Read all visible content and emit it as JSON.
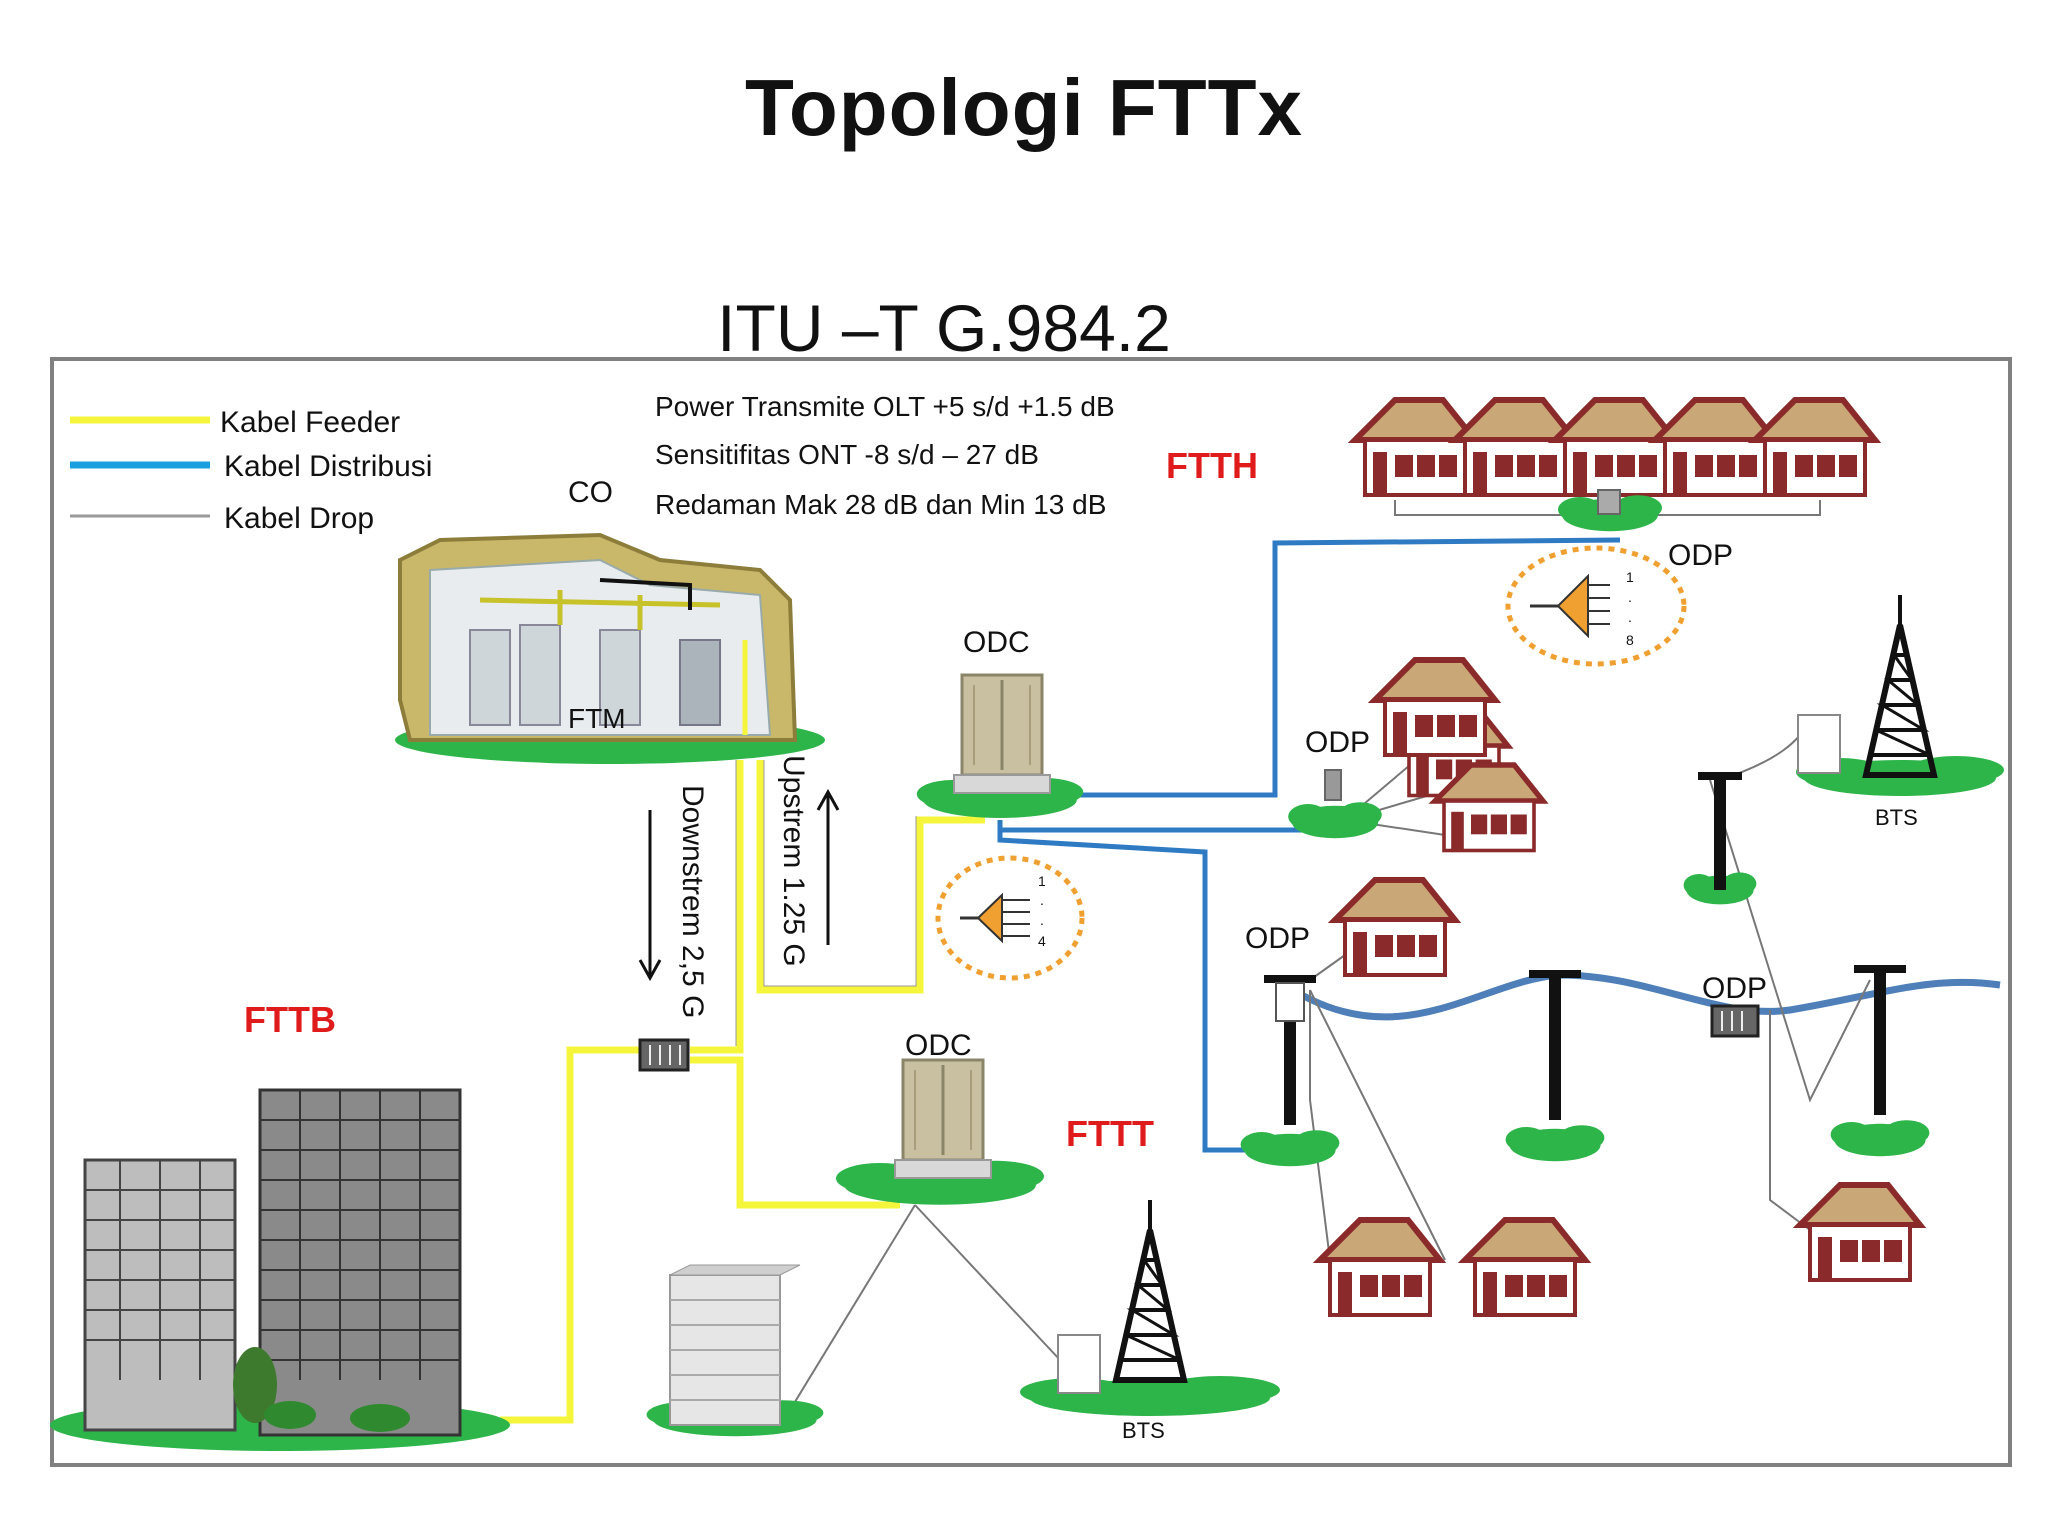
{
  "title": "Topologi  FTTx",
  "subtitle": "ITU –T G.984.2",
  "legend": [
    {
      "label": "Kabel Feeder",
      "color": "#f5f53c"
    },
    {
      "label": "Kabel  Distribusi",
      "color": "#1aa0e0"
    },
    {
      "label": "Kabel Drop",
      "color": "#9a9a9a"
    }
  ],
  "specs": [
    "Power Transmite OLT +5 s/d +1.5 dB",
    "Sensitifitas ONT -8 s/d – 27 dB",
    "Redaman Mak 28 dB dan Min 13 dB"
  ],
  "labels": {
    "co": "CO",
    "ftm": "FTM",
    "odc_top": "ODC",
    "odc_bottom": "ODC",
    "odp_ftth": "ODP",
    "odp_mid": "ODP",
    "odp_pole_left": "ODP",
    "odp_pole_right": "ODP",
    "ftth": "FTTH",
    "fttb": "FTTB",
    "fttt": "FTTT",
    "bts_bottom": "BTS",
    "bts_right": "BTS",
    "downstream": "Downstrem 2,5 G",
    "upstream": "Upstrem 1.25 G",
    "splitter_small": [
      "1",
      ".",
      ".",
      "4"
    ],
    "splitter_large": [
      "1",
      ".",
      ".",
      "8"
    ]
  },
  "colors": {
    "feeder": "#f5f53c",
    "distribusi": "#2e7bc4",
    "drop": "#7a7a7a",
    "house_roof": "#8b2a2a",
    "grass": "#2db54a",
    "splitter": "#f0a030",
    "accent_red": "#e01b1b"
  }
}
